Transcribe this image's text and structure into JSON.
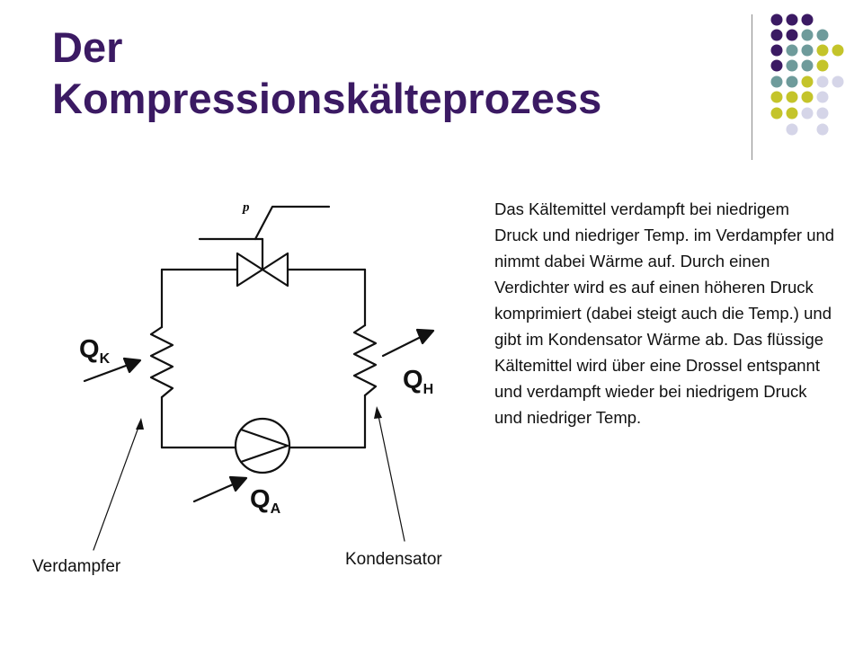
{
  "slide": {
    "title_line1": "Der",
    "title_line2": "Kompressionskälteprozess",
    "description": "Das Kältemittel verdampft bei niedrigem Druck und niedriger Temp. im Verdampfer und nimmt dabei Wärme auf. Durch einen Verdichter wird es auf einen höheren Druck komprimiert (dabei steigt auch die Temp.) und gibt im Kondensator Wärme ab. Das flüssige Kältemittel wird über eine Drossel entspannt und verdampft wieder bei niedrigem Druck und niedriger Temp."
  },
  "diagram": {
    "pressure_label": "p",
    "qk_main": "Q",
    "qk_sub": "K",
    "qh_main": "Q",
    "qh_sub": "H",
    "qa_main": "Q",
    "qa_sub": "A",
    "evaporator_label": "Verdampfer",
    "condenser_label": "Kondensator"
  },
  "colors": {
    "title": "#3b1a63",
    "dot_purple": "#3b1a63",
    "dot_teal": "#6e9b9b",
    "dot_olive": "#c4c42a",
    "dot_lavender": "#d5d5e8"
  }
}
